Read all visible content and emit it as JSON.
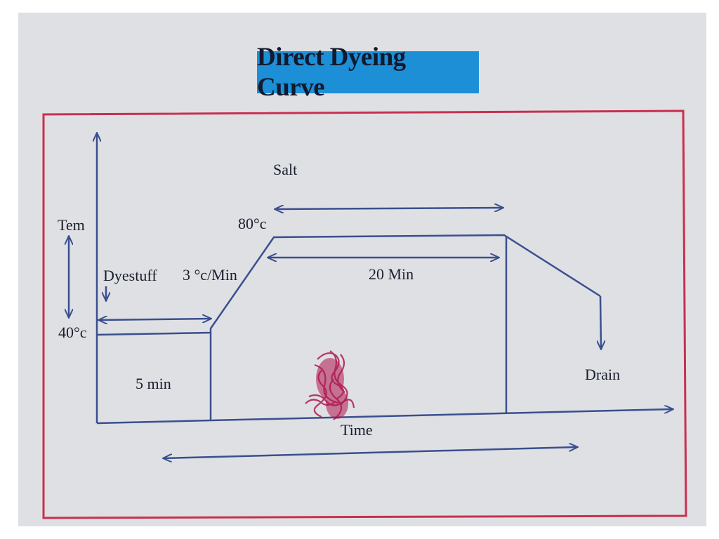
{
  "title": "Direct Dyeing Curve",
  "labels": {
    "tem": "Tem",
    "salt": "Salt",
    "temp_high": "80°c",
    "dyestuff": "Dyestuff",
    "rate": "3 °c/Min",
    "hold_time": "20 Min",
    "temp_low": "40°c",
    "initial_time": "5 min",
    "drain": "Drain",
    "time_axis": "Time"
  },
  "colors": {
    "frame": "#c8304f",
    "line": "#3a4f8f",
    "title_bg": "#1c8fd6",
    "stain": "#b01850"
  }
}
